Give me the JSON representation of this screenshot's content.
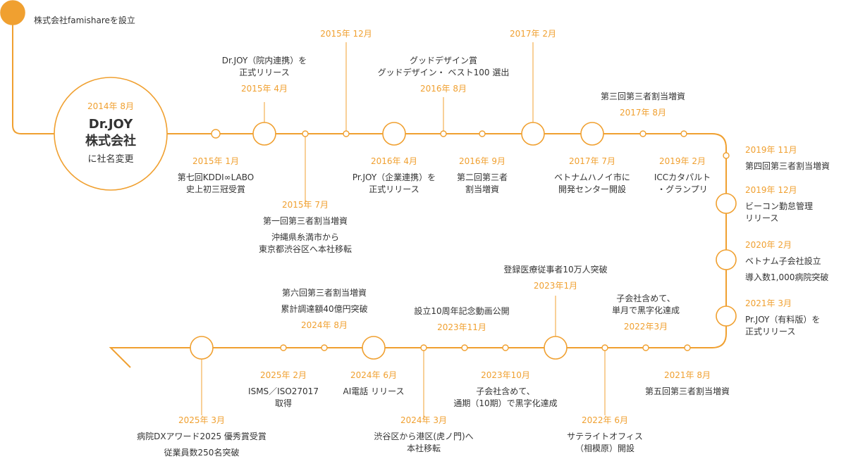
{
  "colors": {
    "accent": "#f0a030",
    "text": "#333333"
  },
  "start": {
    "text": "株式会社famishareを設立"
  },
  "rename": {
    "date": "2014年 8月",
    "line1": "Dr.JOY",
    "line2": "株式会社",
    "line3": "に社名変更"
  },
  "events": [
    {
      "date": "2015年 1月",
      "lines": [
        "第七回KDDI∞LABO",
        "史上初三冠受賞"
      ]
    },
    {
      "date": "2015年 4月",
      "lines": [
        "Dr.JOY（院内連携）を",
        "正式リリース"
      ]
    },
    {
      "date": "2015年 7月",
      "lines": [
        "第一回第三者割当増資"
      ],
      "lines2": [
        "沖縄県糸満市から",
        "東京都渋谷区へ本社移転"
      ]
    },
    {
      "date": "2015年 12月",
      "lines": []
    },
    {
      "date": "2016年 4月",
      "lines": [
        "Pr.JOY（企業連携）を",
        "正式リリース"
      ]
    },
    {
      "date": "2016年 8月",
      "lines": [
        "グッドデザイン賞",
        "グッドデザイン・ ベスト100 選出"
      ]
    },
    {
      "date": "2016年 9月",
      "lines": [
        "第二回第三者",
        "割当増資"
      ]
    },
    {
      "date": "2017年 2月",
      "lines": []
    },
    {
      "date": "2017年 7月",
      "lines": [
        "ベトナムハノイ市に",
        "開発センター開設"
      ]
    },
    {
      "date": "2017年 8月",
      "lines": [
        "第三回第三者割当増資"
      ]
    },
    {
      "date": "2019年 2月",
      "lines": [
        "ICCカタパルト",
        "・グランプリ"
      ]
    },
    {
      "date": "2019年 11月",
      "lines": [
        "第四回第三者割当増資"
      ]
    },
    {
      "date": "2019年 12月",
      "lines": [
        "ビーコン勤怠管理",
        "リリース"
      ]
    },
    {
      "date": "2020年 2月",
      "lines": [
        "ベトナム子会社設立"
      ],
      "lines2": [
        "導入数1,000病院突破"
      ]
    },
    {
      "date": "2021年 3月",
      "lines": [
        "Pr.JOY（有料版）を",
        "正式リリース"
      ]
    },
    {
      "date": "2021年 8月",
      "lines": [
        "第五回第三者割当増資"
      ]
    },
    {
      "date": "2022年3月",
      "lines": [
        "子会社含めて、",
        "単月で黒字化達成"
      ]
    },
    {
      "date": "2022年 6月",
      "lines": [
        "サテライトオフィス",
        "（相模原）開設"
      ]
    },
    {
      "date": "2023年1月",
      "lines": [
        "登録医療従事者10万人突破"
      ]
    },
    {
      "date": "2023年10月",
      "lines": [
        "子会社含めて、",
        "通期（10期）で黒字化達成"
      ]
    },
    {
      "date": "2023年11月",
      "lines": [
        "設立10周年記念動画公開"
      ]
    },
    {
      "date": "2024年 3月",
      "lines": [
        "渋谷区から港区(虎ノ門)へ",
        "本社移転"
      ]
    },
    {
      "date": "2024年 6月",
      "lines": [
        "AI電話 リリース"
      ]
    },
    {
      "date": "2024年 8月",
      "lines": [
        "第六回第三者割当増資"
      ],
      "lines2": [
        "累計調達額40億円突破"
      ]
    },
    {
      "date": "2025年 2月",
      "lines": [
        "ISMS／ISO27017",
        "取得"
      ]
    },
    {
      "date": "2025年 3月",
      "lines": [
        "病院DXアワード2025 優秀賞受賞"
      ],
      "lines2": [
        "従業員数250名突破"
      ]
    }
  ]
}
